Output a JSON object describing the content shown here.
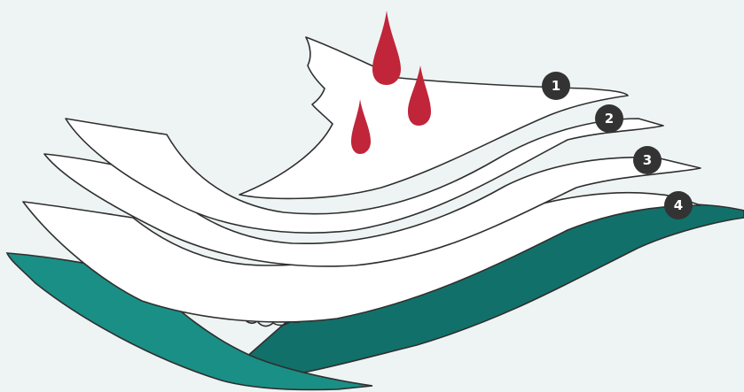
{
  "colors": {
    "background": "#eef4f4",
    "absorbent_layer": "#ffffff",
    "outline": "#2f2f2f",
    "base_layer_front": "#1a8f86",
    "base_layer_back": "#12706a",
    "drops": "#c0253a",
    "marker": "#333333",
    "marker_text": "#ffffff"
  },
  "markers": [
    {
      "number": "1"
    },
    {
      "number": "2"
    },
    {
      "number": "3"
    },
    {
      "number": "4"
    }
  ]
}
